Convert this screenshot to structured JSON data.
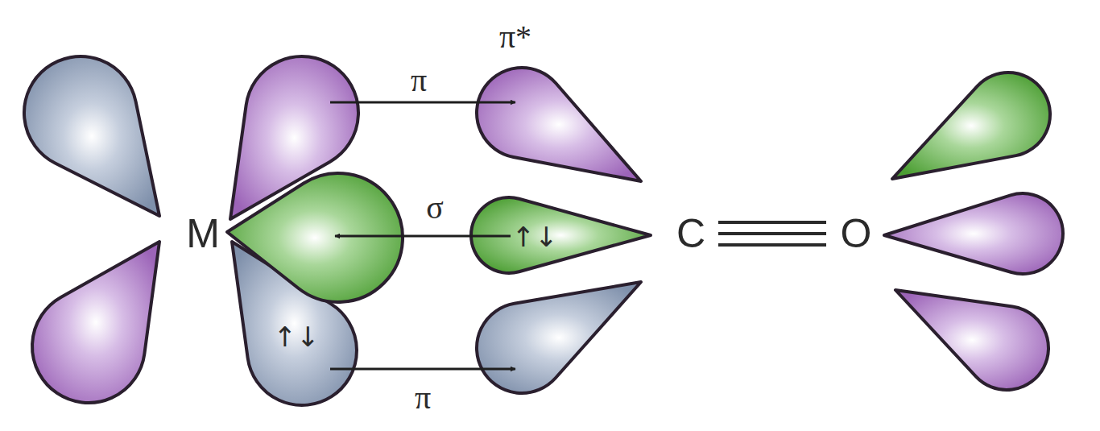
{
  "diagram": {
    "labels": [
      "M",
      "π",
      "π*",
      "σ",
      "π",
      "C",
      "O",
      "↑↓",
      "↑↓"
    ]
  }
}
